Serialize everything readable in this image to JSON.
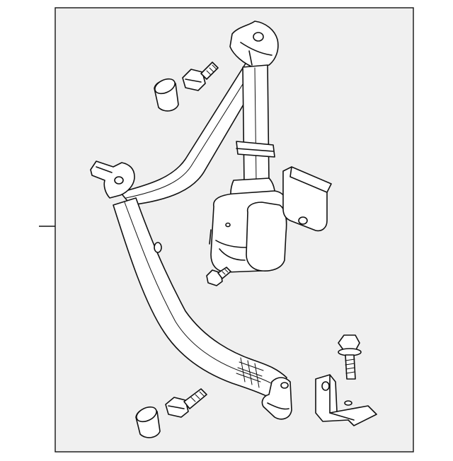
{
  "diagram": {
    "frame_color": "#111111",
    "panel_fill": "#f0f0f0",
    "line_color": "#111111",
    "part_fill": "#ffffff",
    "leader_line": true,
    "icons": [
      "seat-belt-assembly",
      "bolt",
      "cap",
      "bracket",
      "cover-plate"
    ]
  }
}
